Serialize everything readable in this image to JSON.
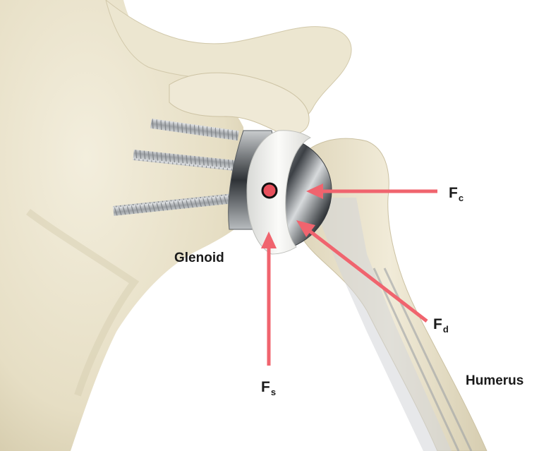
{
  "labels": {
    "glenoid": "Glenoid",
    "humerus": "Humerus"
  },
  "forces": [
    {
      "id": "compressive",
      "symbol": "F",
      "subscript": "c",
      "color": "#f0646e"
    },
    {
      "id": "deltoid",
      "symbol": "F",
      "subscript": "d",
      "color": "#f0646e"
    },
    {
      "id": "shear",
      "symbol": "F",
      "subscript": "s",
      "color": "#f0646e"
    }
  ],
  "center_of_rotation": {
    "fill": "#e8505c",
    "stroke": "#111111"
  },
  "colors": {
    "bone": "#eae3cc",
    "bone_shadow": "#cfc6a8",
    "implant_metal": "#6f7478",
    "implant_poly": "#f2f2ef",
    "screw": "#b9bcbf",
    "arrow": "#f0646e"
  }
}
